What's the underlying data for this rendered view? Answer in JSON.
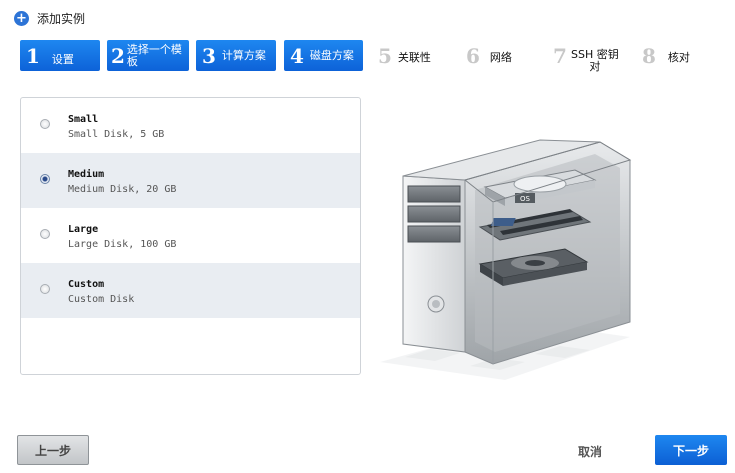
{
  "dialog": {
    "title": "添加实例"
  },
  "steps": [
    {
      "num": "1",
      "label": "设置",
      "state": "active"
    },
    {
      "num": "2",
      "label": "选择一个模板",
      "state": "active"
    },
    {
      "num": "3",
      "label": "计算方案",
      "state": "active"
    },
    {
      "num": "4",
      "label": "磁盘方案",
      "state": "active"
    },
    {
      "num": "5",
      "label": "关联性",
      "state": "inactive"
    },
    {
      "num": "6",
      "label": "网络",
      "state": "inactive"
    },
    {
      "num": "7",
      "label": "SSH 密钥对",
      "state": "inactive"
    },
    {
      "num": "8",
      "label": "核对",
      "state": "inactive"
    }
  ],
  "disk_offerings": [
    {
      "name": "Small",
      "description": "Small Disk, 5 GB",
      "selected": false
    },
    {
      "name": "Medium",
      "description": "Medium Disk, 20 GB",
      "selected": true
    },
    {
      "name": "Large",
      "description": "Large Disk, 100 GB",
      "selected": false
    },
    {
      "name": "Custom",
      "description": "Custom Disk",
      "selected": false
    }
  ],
  "illustration": {
    "disk_label": "OS",
    "icon": "server-tower-illustration"
  },
  "footer": {
    "prev_label": "上一步",
    "cancel_label": "取消",
    "next_label": "下一步"
  },
  "colors": {
    "accent": "#1576e8",
    "selected_row": "#e9edf2",
    "inactive_step_num": "#c8c8c8"
  }
}
